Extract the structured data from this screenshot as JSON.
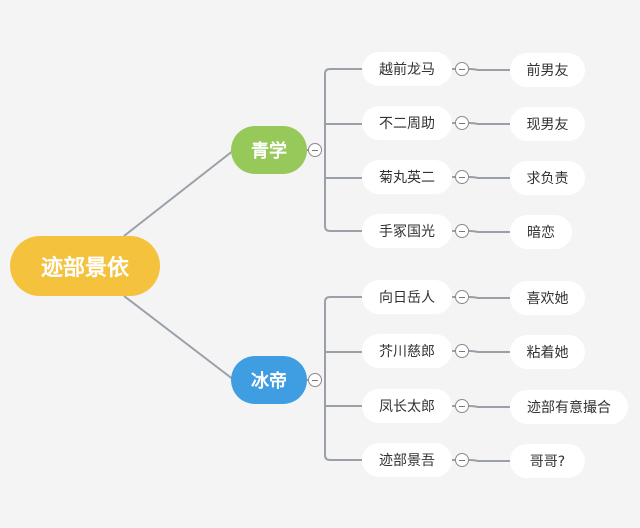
{
  "root": {
    "label": "迹部景依"
  },
  "branches": [
    {
      "label": "青学",
      "color": "#97c95a",
      "children": [
        {
          "label": "越前龙马",
          "note": "前男友"
        },
        {
          "label": "不二周助",
          "note": "现男友"
        },
        {
          "label": "菊丸英二",
          "note": "求负责"
        },
        {
          "label": "手冢国光",
          "note": "暗恋"
        }
      ]
    },
    {
      "label": "冰帝",
      "color": "#3f9ee2",
      "children": [
        {
          "label": "向日岳人",
          "note": "喜欢她"
        },
        {
          "label": "芥川慈郎",
          "note": "粘着她"
        },
        {
          "label": "凤长太郎",
          "note": "迹部有意撮合"
        },
        {
          "label": "迹部景吾",
          "note": "哥哥?"
        }
      ]
    }
  ],
  "colors": {
    "root": "#f5c23e",
    "connector": "#9aa0aa",
    "background": "#f4f4f4"
  }
}
